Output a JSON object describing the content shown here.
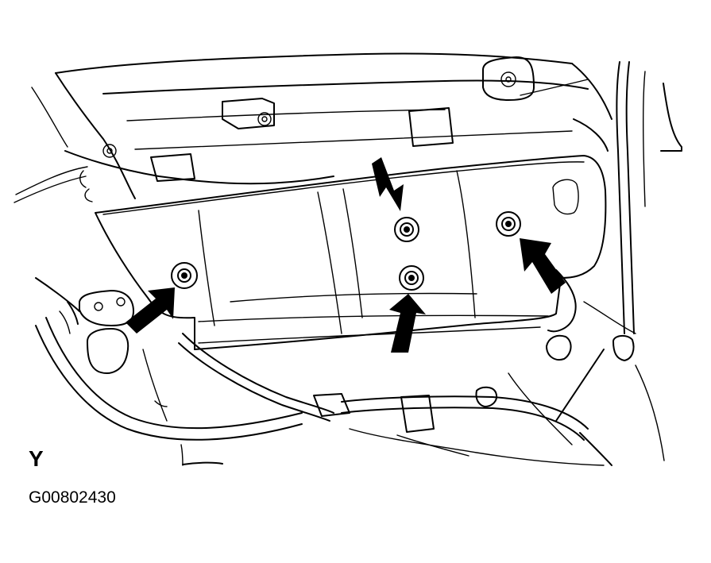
{
  "view_label": "Y",
  "figure_id": "G00802430",
  "callouts": [
    {
      "name": "bolt-1",
      "kind": "arrow-to-bolt"
    },
    {
      "name": "bolt-2",
      "kind": "arrow-to-bolt"
    },
    {
      "name": "bolt-3",
      "kind": "arrow-to-bolt"
    },
    {
      "name": "bolt-4",
      "kind": "arrow-to-bolt"
    }
  ]
}
